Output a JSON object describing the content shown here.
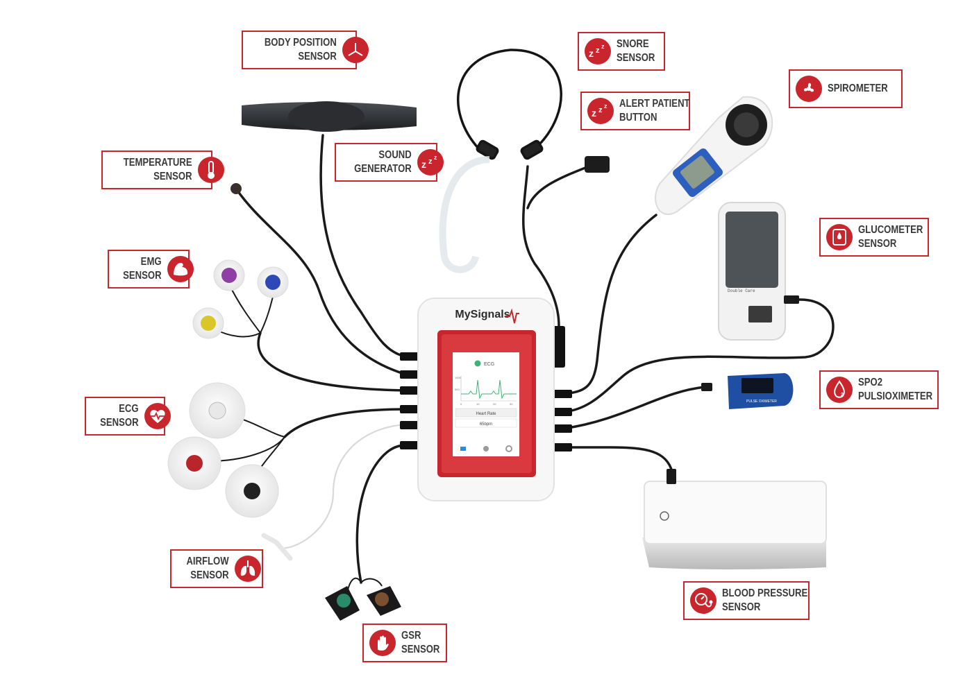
{
  "device": {
    "brand": "MySignals",
    "screen_title": "ECG",
    "axis_y_top": "1000",
    "axis_y_mid": "500",
    "axis_x_ticks": [
      "0",
      "10",
      "20",
      "30"
    ],
    "metric_label": "Heart Rate",
    "metric_value": "65bpm",
    "brand_color": "#c8252c"
  },
  "labels": {
    "body_position": {
      "line1": "BODY POSITION",
      "line2": "SENSOR",
      "icon": "axes-icon"
    },
    "snore": {
      "line1": "SNORE",
      "line2": "SENSOR",
      "icon": "zzz-icon"
    },
    "alert_patient": {
      "line1": "ALERT PATIENT",
      "line2": "BUTTON",
      "icon": "zzz-icon"
    },
    "spirometer": {
      "line1": "SPIROMETER",
      "icon": "fan-icon"
    },
    "sound_generator": {
      "line1": "SOUND",
      "line2": "GENERATOR",
      "icon": "zzz-icon"
    },
    "temperature": {
      "line1": "TEMPERATURE",
      "line2": "SENSOR",
      "icon": "thermometer-icon"
    },
    "glucometer": {
      "line1": "GLUCOMETER",
      "line2": "SENSOR",
      "icon": "blood-drop-icon"
    },
    "emg": {
      "line1": "EMG",
      "line2": "SENSOR",
      "icon": "muscle-arm-icon"
    },
    "spo2": {
      "line1": "SPO2",
      "line2": "PULSIOXIMETER",
      "icon": "oxygen-drop-icon"
    },
    "ecg": {
      "line1": "ECG",
      "line2": "SENSOR",
      "icon": "heart-pulse-icon"
    },
    "airflow": {
      "line1": "AIRFLOW",
      "line2": "SENSOR",
      "icon": "lungs-icon"
    },
    "blood_pressure": {
      "line1": "BLOOD PRESSURE",
      "line2": "SENSOR",
      "icon": "stethoscope-icon"
    },
    "gsr": {
      "line1": "GSR",
      "line2": "SENSOR",
      "icon": "hand-icon"
    }
  },
  "peripherals": {
    "glucometer_brand": "Double Care",
    "oximeter_text": "PULSE OXIMETER"
  }
}
